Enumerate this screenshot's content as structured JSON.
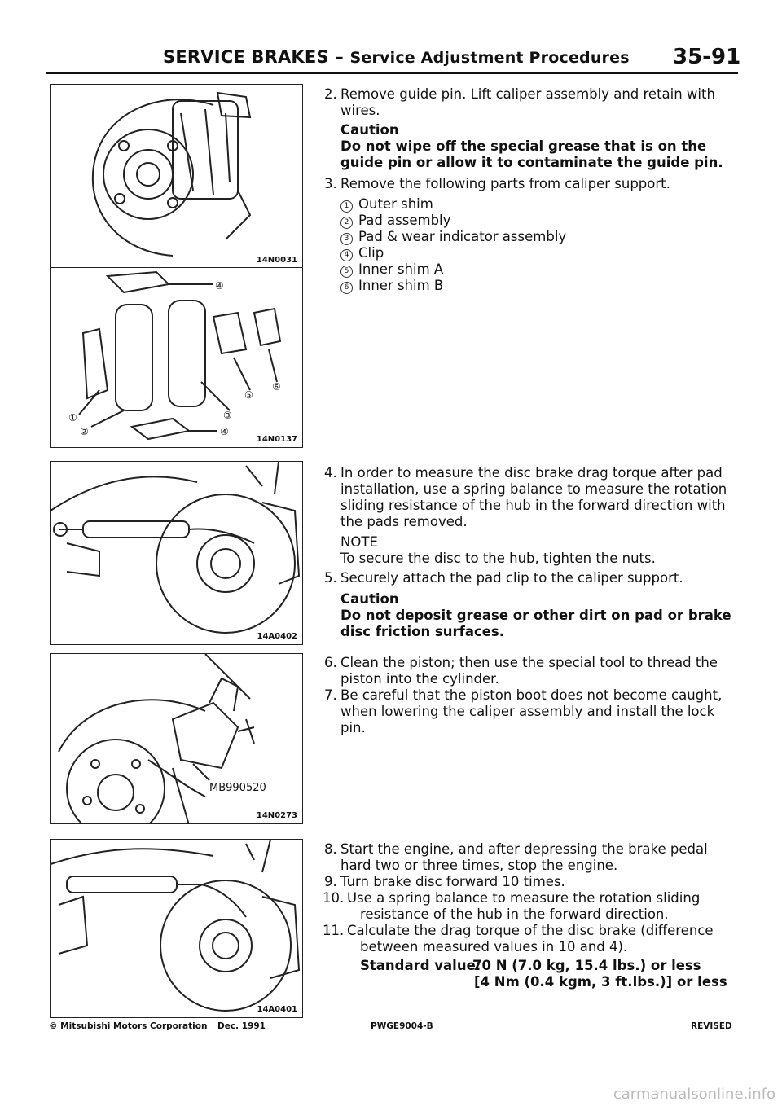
{
  "header": {
    "title": "SERVICE BRAKES",
    "dash": "–",
    "subtitle": "Service Adjustment Procedures",
    "page_number": "35-91"
  },
  "figures": [
    {
      "id": "14N0031"
    },
    {
      "id": "14N0137",
      "callouts": [
        "①",
        "②",
        "③",
        "④",
        "⑤",
        "⑥",
        "④"
      ]
    },
    {
      "id": "14A0402"
    },
    {
      "id": "14N0273",
      "tool_label": "MB990520"
    },
    {
      "id": "14A0401"
    }
  ],
  "steps": {
    "s2": {
      "num": "2.",
      "lines": [
        "Remove guide pin. Lift caliper assembly and retain with",
        "wires."
      ]
    },
    "caution1": {
      "label": "Caution",
      "lines": [
        "Do not wipe off the special grease that is on the",
        "guide pin or allow it to contaminate the guide pin."
      ]
    },
    "s3": {
      "num": "3.",
      "text": "Remove the following parts from caliper support."
    },
    "parts": [
      {
        "mark": "1",
        "text": "Outer shim"
      },
      {
        "mark": "2",
        "text": "Pad assembly"
      },
      {
        "mark": "3",
        "text": "Pad & wear indicator assembly"
      },
      {
        "mark": "4",
        "text": "Clip"
      },
      {
        "mark": "5",
        "text": "Inner shim A"
      },
      {
        "mark": "6",
        "text": "Inner shim B"
      }
    ],
    "s4": {
      "num": "4.",
      "lines": [
        "In order to measure the disc brake drag torque after pad",
        "installation, use a spring balance to measure the rotation",
        "sliding resistance of the hub in the forward direction with",
        "the pads removed."
      ]
    },
    "note": {
      "label": "NOTE",
      "text": "To secure the disc to the hub, tighten the nuts."
    },
    "s5": {
      "num": "5.",
      "text": "Securely attach the pad clip to the caliper support."
    },
    "caution2": {
      "label": "Caution",
      "lines": [
        "Do not deposit grease or other dirt on pad or brake",
        "disc friction surfaces."
      ]
    },
    "s6": {
      "num": "6.",
      "lines": [
        "Clean the piston; then use the special tool to thread the",
        "piston into the cylinder."
      ]
    },
    "s7": {
      "num": "7.",
      "lines": [
        "Be careful that the piston boot does not become caught,",
        "when lowering the caliper assembly and install the lock",
        "pin."
      ]
    },
    "s8": {
      "num": "8.",
      "lines": [
        "Start the engine, and after depressing the brake pedal",
        "hard two or three times, stop the engine."
      ]
    },
    "s9": {
      "num": "9.",
      "text": "Turn brake disc forward 10 times."
    },
    "s10": {
      "num": "10.",
      "lines": [
        "Use a spring balance to measure the rotation sliding",
        "resistance of the hub in the forward direction."
      ]
    },
    "s11": {
      "num": "11.",
      "lines": [
        "Calculate the drag torque of the disc brake (difference",
        "between measured values in 10 and 4)."
      ]
    },
    "standard": {
      "label": "Standard value:",
      "line1": "70 N (7.0 kg, 15.4 lbs.) or less",
      "line2": "[4 Nm (0.4 kgm, 3 ft.lbs.)] or less"
    }
  },
  "footer": {
    "copyright": "© Mitsubishi Motors Corporation",
    "date": "Dec. 1991",
    "code": "PWGE9004-B",
    "status": "REVISED"
  },
  "watermark": "carmanualsonline.info"
}
